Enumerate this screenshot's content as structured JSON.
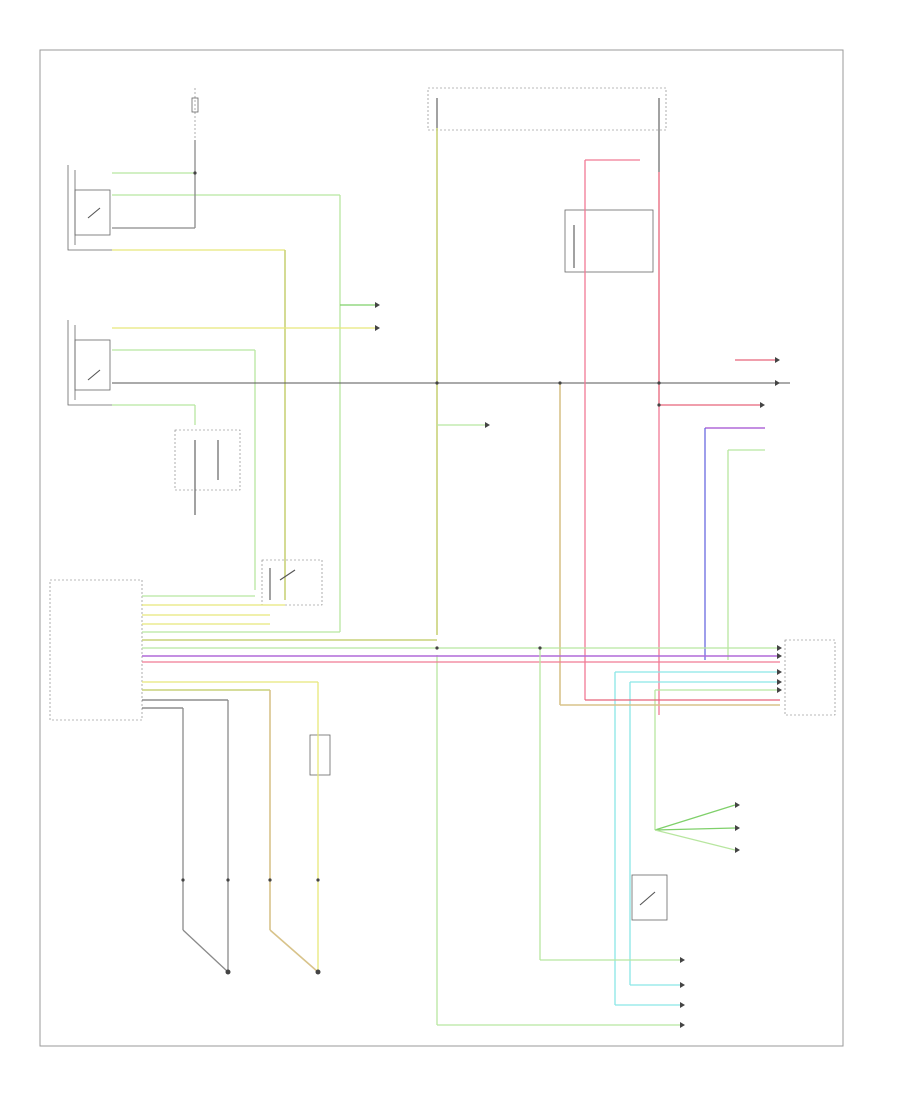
{
  "diagram": {
    "footer_code": "",
    "labels": []
  },
  "colors": {
    "frame": "#9a9a9a",
    "gray": "#8a8a8a",
    "light_green": "#b8e6a0",
    "green": "#7fd06a",
    "yellow": "#e8e87a",
    "yellow_green": "#c9d27a",
    "tan": "#d8c38a",
    "pink": "#f07a95",
    "red": "#e8637a",
    "purple": "#b06ad8",
    "blue": "#6a6ae0",
    "cyan": "#8ae6e6"
  },
  "icons": [
    "ground-symbol",
    "switch-symbol",
    "connector-arrow"
  ]
}
